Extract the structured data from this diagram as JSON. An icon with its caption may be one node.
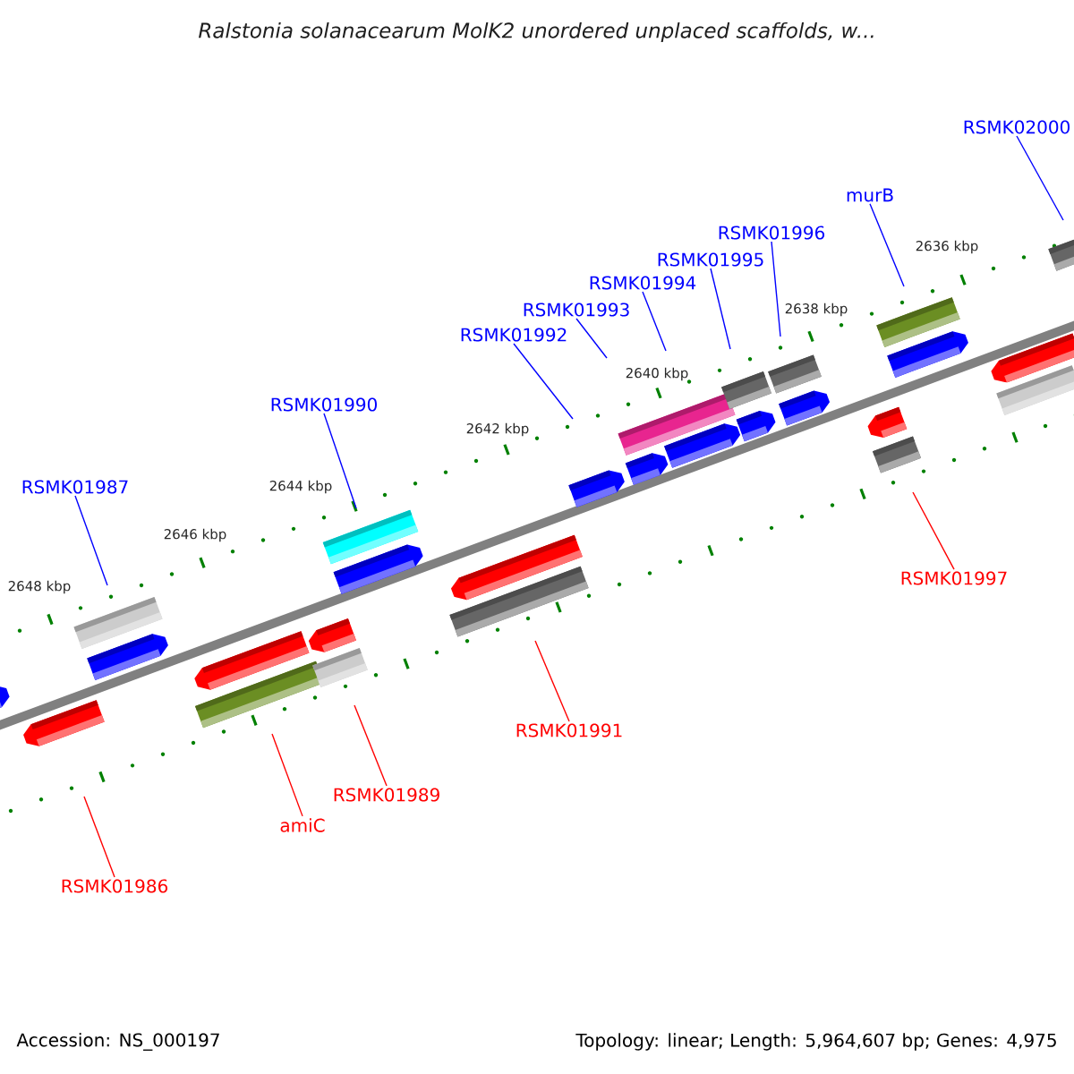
{
  "diagram": {
    "title": "Ralstonia solanacearum MolK2 unordered unplaced scaffolds, w...",
    "nodes": [
      {
        "text": [
          "RSMK01987"
        ]
      },
      {
        "text": [
          "RSMK01990"
        ]
      },
      {
        "text": [
          "RSMK01992"
        ]
      },
      {
        "text": [
          "RSMK01993"
        ]
      },
      {
        "text": [
          "RSMK01994"
        ]
      },
      {
        "text": [
          "RSMK01995"
        ]
      },
      {
        "text": [
          "RSMK01996"
        ]
      },
      {
        "text": [
          "murB"
        ]
      },
      {
        "text": [
          "RSMK02000"
        ]
      },
      {
        "text": [
          "RSMK01986"
        ]
      },
      {
        "text": [
          "amiC"
        ]
      },
      {
        "text": [
          "RSMK01989"
        ]
      },
      {
        "text": [
          "RSMK01991"
        ]
      },
      {
        "text": [
          "RSMK01997"
        ]
      }
    ],
    "edges": [
      {
        "from": 0,
        "to": null,
        "arrow": "none"
      },
      {
        "from": 1,
        "to": null,
        "arrow": "none"
      },
      {
        "from": 2,
        "to": null,
        "arrow": "none"
      },
      {
        "from": 3,
        "to": null,
        "arrow": "none"
      },
      {
        "from": 4,
        "to": null,
        "arrow": "none"
      },
      {
        "from": 5,
        "to": null,
        "arrow": "none"
      },
      {
        "from": 6,
        "to": null,
        "arrow": "none"
      },
      {
        "from": 7,
        "to": null,
        "arrow": "none"
      },
      {
        "from": 8,
        "to": null,
        "arrow": "none"
      },
      {
        "from": 9,
        "to": null,
        "arrow": "none",
        "color": "#ff0000"
      },
      {
        "from": 10,
        "to": null,
        "arrow": "none",
        "color": "#ff0000"
      },
      {
        "from": 11,
        "to": null,
        "arrow": "none",
        "color": "#ff0000"
      },
      {
        "from": 12,
        "to": null,
        "arrow": "none",
        "color": "#ff0000"
      },
      {
        "from": 13,
        "to": null,
        "arrow": "none",
        "color": "#ff0000"
      }
    ],
    "labels": [
      "2636 kbp",
      "2638 kbp",
      "2640 kbp",
      "2642 kbp",
      "2644 kbp",
      "2646 kbp",
      "2648 kbp",
      "Accession: NS_000197",
      "Topology: linear; Length: 5,964,607 bp; Genes: 4,975"
    ]
  }
}
